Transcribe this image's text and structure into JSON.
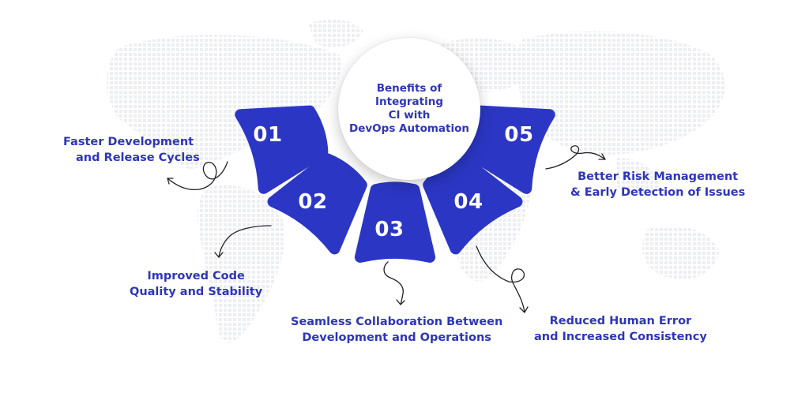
{
  "title_lines": [
    "Benefits of Integrating",
    "CI with",
    "DevOps Automation"
  ],
  "steps": [
    {
      "number": "01",
      "lines": [
        "Faster Development",
        "and Release Cycles"
      ]
    },
    {
      "number": "02",
      "lines": [
        "Improved Code",
        "Quality and Stability"
      ]
    },
    {
      "number": "03",
      "lines": [
        "Seamless Collaboration Between",
        "Development and Operations"
      ]
    },
    {
      "number": "04",
      "lines": [
        "Reduced Human Error",
        "and Increased Consistency"
      ]
    },
    {
      "number": "05",
      "lines": [
        "Better Risk Management",
        "& Early Detection of Issues"
      ]
    }
  ],
  "colors": {
    "segment": "#2b37c4",
    "text": "#2d36b8",
    "map_dots": "#eef0f3",
    "arrow": "#222222"
  }
}
